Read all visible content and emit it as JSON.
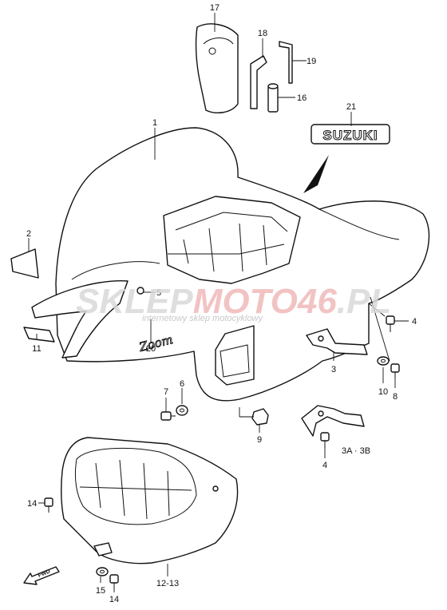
{
  "diagram": {
    "callouts": [
      "17",
      "18",
      "19",
      "16",
      "21",
      "1",
      "2",
      "5",
      "11",
      "20",
      "4",
      "3",
      "10",
      "8",
      "6",
      "7",
      "9",
      "3A · 3B",
      "4",
      "14",
      "15",
      "14",
      "12-13"
    ],
    "emblem_text": "SUZUKI",
    "decal_text": "Zoom",
    "direction_text": "FWD"
  },
  "watermark": {
    "brand_a": "SKLEP",
    "brand_b": "MOTO",
    "brand_c": "46",
    "brand_d": ".PL",
    "tagline": "internetowy sklep motocyklowy"
  },
  "colors": {
    "line": "#111111",
    "watermark_gray": "#d9d9d9",
    "watermark_red": "#f0b9b9"
  }
}
